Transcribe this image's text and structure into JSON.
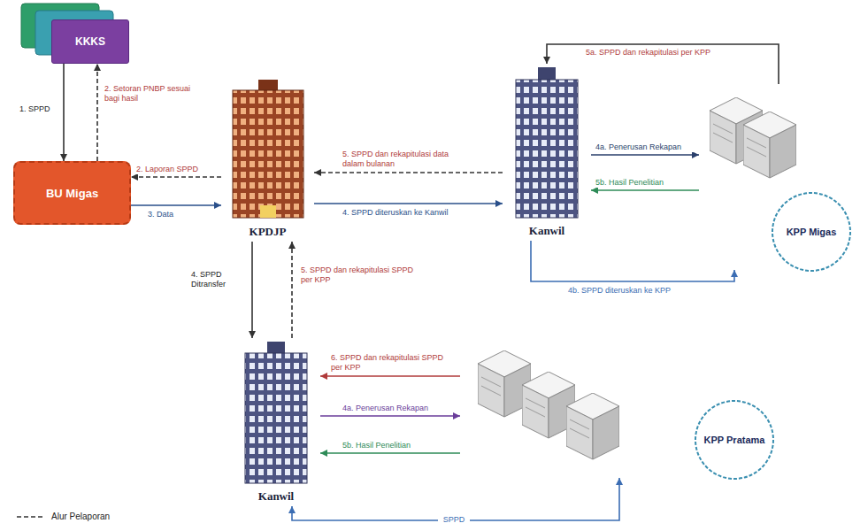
{
  "diagram": {
    "nodes": [
      {
        "text": [
          "KKKS"
        ]
      },
      {
        "text": [
          "BU Migas"
        ]
      },
      {
        "text": [
          "KPDJP"
        ]
      },
      {
        "text": [
          "Kanwil"
        ]
      },
      {
        "text": [
          "KPP Migas"
        ]
      },
      {
        "text": [
          "Kanwil"
        ]
      },
      {
        "text": [
          "KPP Pratama"
        ]
      }
    ],
    "edges": [
      {
        "from": 0,
        "to": 1,
        "arrow": "to",
        "label": "1. SPPD"
      },
      {
        "from": 1,
        "to": 0,
        "arrow": "to",
        "label": "2. Setoran PNBP sesuai bagi hasil"
      },
      {
        "from": 2,
        "to": 1,
        "arrow": "to",
        "label": "2. Laporan SPPD"
      },
      {
        "from": 1,
        "to": 2,
        "arrow": "to",
        "label": "3. Data"
      },
      {
        "from": 3,
        "to": 2,
        "arrow": "to",
        "label": "5. SPPD dan rekapitulasi data dalam bulanan"
      },
      {
        "from": 2,
        "to": 3,
        "arrow": "to",
        "label": "4. SPPD diteruskan ke Kanwil"
      },
      {
        "from": 4,
        "to": 3,
        "arrow": "to",
        "label": "5a. SPPD dan rekapitulasi per KPP"
      },
      {
        "from": 3,
        "to": 4,
        "arrow": "to",
        "label": "4a. Penerusan Rekapan"
      },
      {
        "from": 4,
        "to": 3,
        "arrow": "to",
        "label": "5b. Hasil Penelitian"
      },
      {
        "from": 3,
        "to": 4,
        "arrow": "to",
        "label": "4b. SPPD diteruskan ke KPP"
      },
      {
        "from": 2,
        "to": 5,
        "arrow": "to",
        "label": "4. SPPD Ditransfer"
      },
      {
        "from": 5,
        "to": 2,
        "arrow": "to",
        "label": "5. SPPD dan rekapitulasi SPPD per KPP"
      },
      {
        "from": 6,
        "to": 5,
        "arrow": "to",
        "label": "6. SPPD dan rekapitulasi SPPD per KPP"
      },
      {
        "from": 5,
        "to": 6,
        "arrow": "to",
        "label": "4a. Penerusan Rekapan"
      },
      {
        "from": 6,
        "to": 5,
        "arrow": "to",
        "label": "5b. Hasil Penelitian"
      },
      {
        "from": 5,
        "to": 6,
        "arrow": "both",
        "label": "SPPD"
      }
    ],
    "legend": [
      {
        "text": "Alur Pelaporan"
      }
    ]
  }
}
